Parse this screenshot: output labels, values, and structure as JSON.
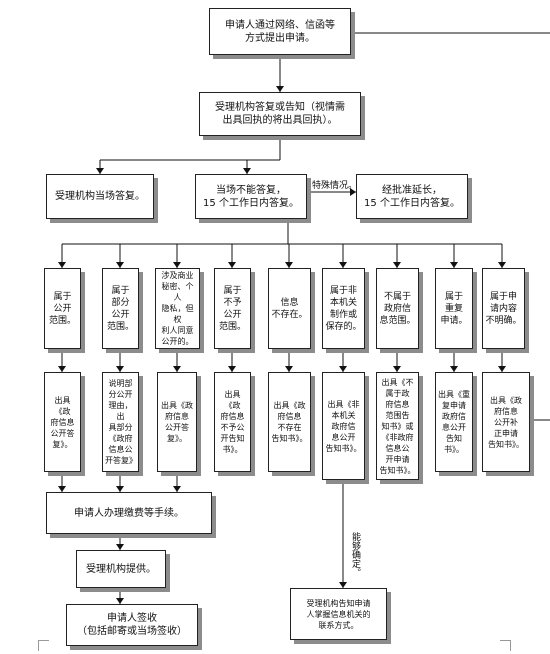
{
  "nodes": {
    "apply": "申请人通过网络、信函等\n方式提出申请。",
    "notify": "受理机构答复或告知（视情需\n出具回执的将出具回执）。",
    "immediate": "受理机构当场答复。",
    "not_immediate": "当场不能答复，\n15 个工作日内答复。",
    "extend": "经批准延长，\n15 个工作日内答复。",
    "c1": "属于\n公开\n范围。",
    "c2": "属于\n部分\n公开\n范围。",
    "c3": "涉及商业\n秘密、个人\n隐私，但权\n利人同意\n公开的。",
    "c4": "属于\n不予\n公开\n范围。",
    "c5": "信息\n不存在。",
    "c6": "属于非\n本机关\n制作或\n保存的。",
    "c7": "不属于\n政府信\n息范围。",
    "c8": "属于\n重复\n申请。",
    "c9": "属于申\n请内容\n不明确。",
    "r1": "出具《政\n府信息\n公开答\n复》。",
    "r2": "说明部\n分公开\n理由，出\n具部分\n《政府\n信息公\n开答复》",
    "r3": "出具《政\n府信息\n公开答\n复》。",
    "r4": "出具《政\n府信息\n不予公\n开告知书》。",
    "r5": "出具《政\n府信息\n不存在\n告知书》。",
    "r6": "出具《非\n本机关\n政府信\n息公开\n告知书》。",
    "r7": "出具《不\n属于政\n府信息\n范围告\n知书》或\n《非政府\n信息公\n开申请\n告知书》。",
    "r8": "出具《重\n复申请\n政府信\n息公开\n告知书》。",
    "r9": "出具《政\n府信息\n公开补\n正申请\n告知书》。",
    "fee": "申请人办理缴费等手续。",
    "provide": "受理机构提供。",
    "receive": "申请人签收\n（包括邮寄或当场签收）",
    "contact": "受理机构告知申请\n人掌握信息机关的\n联系方式。"
  },
  "edge_labels": {
    "special": "特殊情况。",
    "if_known": "能够确定。"
  }
}
